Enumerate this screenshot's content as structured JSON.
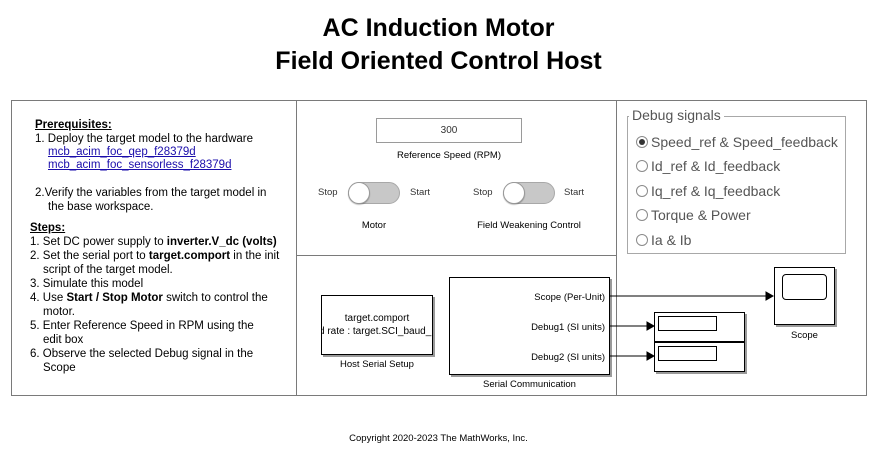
{
  "title": {
    "line1": "AC Induction Motor",
    "line2": "Field Oriented Control Host"
  },
  "instructions": {
    "prerequisites_heading": "Prerequisites:",
    "prereq1_text": "1. Deploy the target model to the hardware",
    "link1": "mcb_acim_foc_qep_f28379d",
    "link2": "mcb_acim_foc_sensorless_f28379d",
    "prereq2_line1": "2.Verify the variables from the target model in",
    "prereq2_line2": "the base workspace.",
    "steps_heading": "Steps:",
    "step1_prefix": "1. Set DC power supply to ",
    "step1_bold": "inverter.V_dc (volts)",
    "step2_prefix": "2. Set the serial port to ",
    "step2_bold": "target.comport",
    "step2_suffix": " in the init",
    "step2_line2": "script of the target model.",
    "step3": "3. Simulate this model",
    "step4_prefix": "4. Use ",
    "step4_bold": "Start / Stop Motor",
    "step4_suffix": " switch to control the",
    "step4_line2": "motor.",
    "step5_line1": "5. Enter Reference Speed in RPM using the",
    "step5_line2": "edit box",
    "step6_line1": "6. Observe the selected Debug signal in the",
    "step6_line2": "Scope"
  },
  "controls": {
    "speed_value": "300",
    "speed_label": "Reference Speed (RPM)",
    "motor_switch": {
      "off_label": "Stop",
      "on_label": "Start",
      "caption": "Motor",
      "state": "Stop"
    },
    "fw_switch": {
      "off_label": "Stop",
      "on_label": "Start",
      "caption": "Field Weakening Control",
      "state": "Stop"
    }
  },
  "debug": {
    "title": "Debug signals",
    "options": [
      {
        "label": "Speed_ref & Speed_feedback",
        "selected": true
      },
      {
        "label": "Id_ref & Id_feedback",
        "selected": false
      },
      {
        "label": "Iq_ref & Iq_feedback",
        "selected": false
      },
      {
        "label": "Torque & Power",
        "selected": false
      },
      {
        "label": "Ia & Ib",
        "selected": false
      }
    ]
  },
  "diagram": {
    "host_serial": {
      "line1": "target.comport",
      "line2": "d rate : target.SCI_baud_",
      "caption": "Host Serial Setup"
    },
    "serial_comm": {
      "port1": "Scope (Per-Unit)",
      "port2": "Debug1 (SI units)",
      "port3": "Debug2 (SI units)",
      "caption": "Serial Communication"
    },
    "scope_caption": "Scope"
  },
  "footer": "Copyright 2020-2023 The MathWorks, Inc."
}
